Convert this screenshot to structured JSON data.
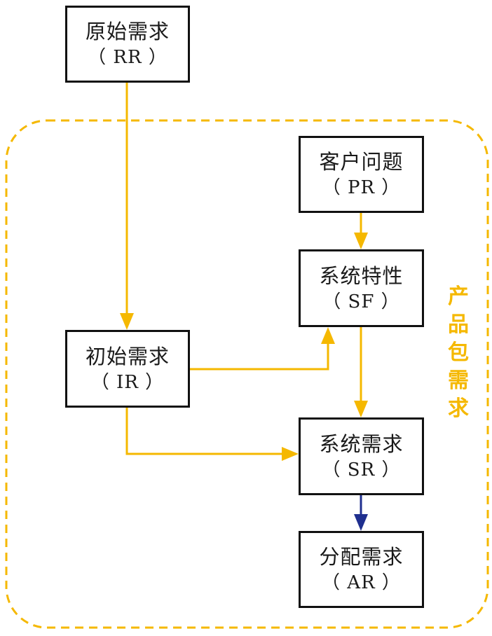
{
  "colors": {
    "flow": "#F5B800",
    "flow_blue": "#1F2F8F",
    "group_border": "#F5B800",
    "group_label": "#F5B800",
    "node_border": "#111111"
  },
  "group": {
    "label_chars": [
      "产",
      "品",
      "包",
      "需",
      "求"
    ]
  },
  "nodes": {
    "rr": {
      "title": "原始需求",
      "abbr": "（ RR ）"
    },
    "pr": {
      "title": "客户问题",
      "abbr": "（ PR ）"
    },
    "sf": {
      "title": "系统特性",
      "abbr": "（ SF ）"
    },
    "ir": {
      "title": "初始需求",
      "abbr": "（ IR ）"
    },
    "sr": {
      "title": "系统需求",
      "abbr": "（ SR ）"
    },
    "ar": {
      "title": "分配需求",
      "abbr": "（ AR ）"
    }
  },
  "edges": [
    {
      "from": "rr",
      "to": "ir",
      "color": "flow"
    },
    {
      "from": "pr",
      "to": "sf",
      "color": "flow"
    },
    {
      "from": "ir",
      "to": "sf",
      "color": "flow"
    },
    {
      "from": "sf",
      "to": "sr",
      "color": "flow"
    },
    {
      "from": "ir",
      "to": "sr",
      "color": "flow"
    },
    {
      "from": "sr",
      "to": "ar",
      "color": "flow_blue"
    }
  ]
}
